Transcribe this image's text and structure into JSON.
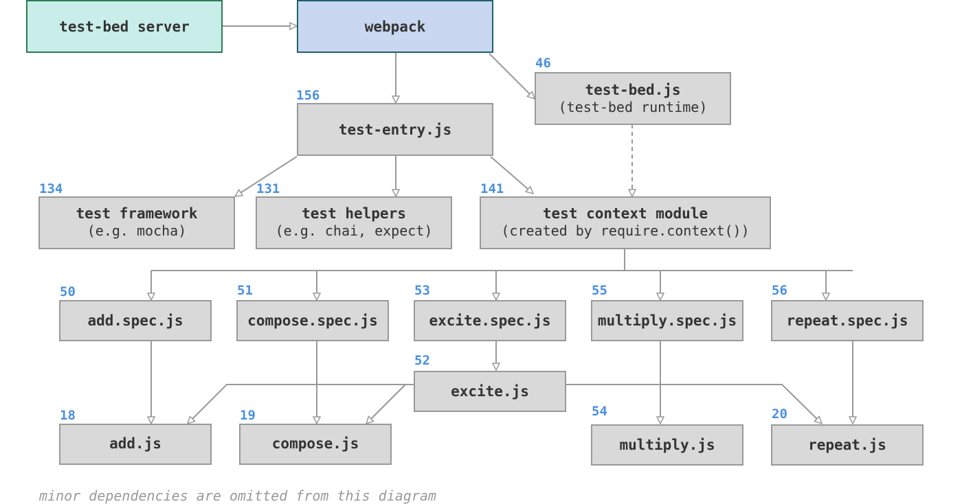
{
  "nodes": {
    "server": {
      "title": "test-bed server",
      "sub": "",
      "count": ""
    },
    "webpack": {
      "title": "webpack",
      "sub": "",
      "count": ""
    },
    "test_bed": {
      "title": "test-bed.js",
      "sub": "(test-bed runtime)",
      "count": "46"
    },
    "test_entry": {
      "title": "test-entry.js",
      "sub": "",
      "count": "156"
    },
    "framework": {
      "title": "test framework",
      "sub": "(e.g. mocha)",
      "count": "134"
    },
    "helpers": {
      "title": "test helpers",
      "sub": "(e.g. chai, expect)",
      "count": "131"
    },
    "context": {
      "title": "test context module",
      "sub": "(created by require.context())",
      "count": "141"
    },
    "add_spec": {
      "title": "add.spec.js",
      "sub": "",
      "count": "50"
    },
    "compose_spec": {
      "title": "compose.spec.js",
      "sub": "",
      "count": "51"
    },
    "excite_spec": {
      "title": "excite.spec.js",
      "sub": "",
      "count": "53"
    },
    "multiply_spec": {
      "title": "multiply.spec.js",
      "sub": "",
      "count": "55"
    },
    "repeat_spec": {
      "title": "repeat.spec.js",
      "sub": "",
      "count": "56"
    },
    "excite": {
      "title": "excite.js",
      "sub": "",
      "count": "52"
    },
    "add": {
      "title": "add.js",
      "sub": "",
      "count": "18"
    },
    "compose": {
      "title": "compose.js",
      "sub": "",
      "count": "19"
    },
    "multiply": {
      "title": "multiply.js",
      "sub": "",
      "count": "54"
    },
    "repeat": {
      "title": "repeat.js",
      "sub": "",
      "count": "20"
    }
  },
  "edges": [
    {
      "from": "server",
      "to": "webpack",
      "style": "solid"
    },
    {
      "from": "webpack",
      "to": "test_entry",
      "style": "solid"
    },
    {
      "from": "webpack",
      "to": "test_bed",
      "style": "solid"
    },
    {
      "from": "test_bed",
      "to": "context",
      "style": "dashed"
    },
    {
      "from": "test_entry",
      "to": "framework",
      "style": "solid"
    },
    {
      "from": "test_entry",
      "to": "helpers",
      "style": "solid"
    },
    {
      "from": "test_entry",
      "to": "context",
      "style": "solid"
    },
    {
      "from": "context",
      "to": "add_spec",
      "style": "solid"
    },
    {
      "from": "context",
      "to": "compose_spec",
      "style": "solid"
    },
    {
      "from": "context",
      "to": "excite_spec",
      "style": "solid"
    },
    {
      "from": "context",
      "to": "multiply_spec",
      "style": "solid"
    },
    {
      "from": "context",
      "to": "repeat_spec",
      "style": "solid"
    },
    {
      "from": "add_spec",
      "to": "add",
      "style": "solid"
    },
    {
      "from": "compose_spec",
      "to": "compose",
      "style": "solid"
    },
    {
      "from": "excite_spec",
      "to": "excite",
      "style": "solid"
    },
    {
      "from": "multiply_spec",
      "to": "multiply",
      "style": "solid"
    },
    {
      "from": "repeat_spec",
      "to": "repeat",
      "style": "solid"
    },
    {
      "from": "excite",
      "to": "add",
      "style": "solid"
    },
    {
      "from": "excite",
      "to": "compose",
      "style": "solid"
    },
    {
      "from": "excite",
      "to": "repeat",
      "style": "solid"
    }
  ],
  "footnote": "minor dependencies are omitted from this diagram",
  "colors": {
    "count": "#4a90e2",
    "box_fill": "#d9d9d9",
    "box_stroke": "#999999",
    "server_fill": "#c9eeea",
    "server_stroke": "#2e7a52",
    "webpack_fill": "#c9d8f0",
    "webpack_stroke": "#1f5f6f",
    "edge": "#999999",
    "footnote": "#999999"
  }
}
